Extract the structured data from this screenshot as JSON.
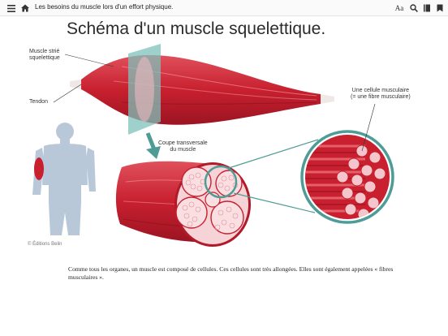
{
  "header": {
    "page_name": "Les besoins du muscle lors d'un effort physique.",
    "font_button": "Aa",
    "icons": [
      "menu-icon",
      "home-icon",
      "font-size-icon",
      "search-icon",
      "book-icon",
      "bookmark-icon"
    ]
  },
  "figure": {
    "title": "Schéma d'un muscle squelettique.",
    "label_muscle_line1": "Muscle strié",
    "label_muscle_line2": "squelettique",
    "label_tendon": "Tendon",
    "label_cut_line1": "Coupe transversale",
    "label_cut_line2": "du muscle",
    "label_cell_line1": "Une cellule musculaire",
    "label_cell_line2": "(= une fibre musculaire)",
    "copyright": "© Éditions Belin"
  },
  "caption": {
    "text": "Comme tous les organes, un muscle est composé de cellules. Ces cellules sont très allongées. Elles sont également appelées « fibres musculaires »."
  },
  "colors": {
    "muscle_red": "#c8202f",
    "fiber_pink": "#f4c6cc",
    "teal": "#4f9c96",
    "body_blue": "#b9c8d8"
  }
}
